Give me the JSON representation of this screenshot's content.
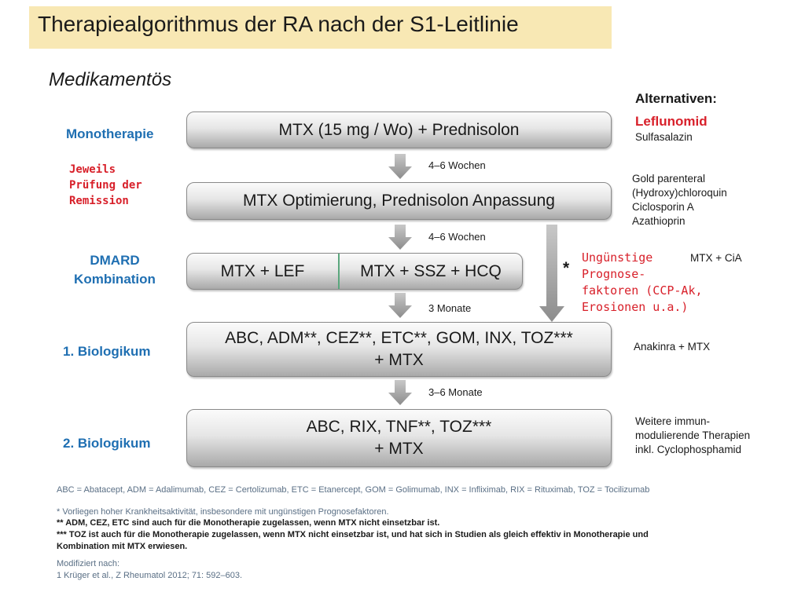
{
  "title": "Therapiealgorithmus der RA nach der S1-Leitlinie",
  "subtitle": "Medikamentös",
  "left_labels": {
    "monotherapie": "Monotherapie",
    "remission_1": "Jeweils",
    "remission_2": "Prüfung der",
    "remission_3": "Remission",
    "dmard_1": "DMARD",
    "dmard_2": "Kombination",
    "bio1": "1. Biologikum",
    "bio2": "2. Biologikum"
  },
  "boxes": {
    "step1": "MTX (15 mg / Wo) + Prednisolon",
    "step2": "MTX Optimierung, Prednisolon Anpassung",
    "step3_left": "MTX + LEF",
    "step3_right": "MTX + SSZ + HCQ",
    "step4_line1": "ABC, ADM**, CEZ**, ETC**, GOM, INX, TOZ***",
    "step4_line2": "+ MTX",
    "step5_line1": "ABC, RIX, TNF**, TOZ***",
    "step5_line2": "+ MTX"
  },
  "durations": {
    "d1": "4–6 Wochen",
    "d2": "4–6 Wochen",
    "d3": "3 Monate",
    "d4": "3–6 Monate"
  },
  "side": {
    "asterisk": "*",
    "prognose_1": "Ungünstige",
    "prognose_2": "Prognose-",
    "prognose_3": "faktoren (CCP-Ak,",
    "prognose_4": "Erosionen u.a.)"
  },
  "alternatives": {
    "header": "Alternativen:",
    "leflunomid": "Leflunomid",
    "sulfasalazin": "Sulfasalazin",
    "gold": "Gold parenteral",
    "hydroxy": "(Hydroxy)chloroquin",
    "ciclosporin": "Ciclosporin A",
    "azathioprin": "Azathioprin",
    "mtx_cia": "MTX + CiA",
    "anakinra": "Anakinra + MTX",
    "weitere_1": "Weitere immun-",
    "weitere_2": "modulierende Therapien",
    "weitere_3": "inkl. Cyclophosphamid"
  },
  "footnotes": {
    "abbrev": "ABC = Abatacept, ADM = Adalimumab, CEZ = Certolizumab, ETC = Etanercept, GOM = Golimumab, INX = Infliximab, RIX = Rituximab, TOZ = Tocilizumab",
    "star1": "*     Vorliegen hoher Krankheitsaktivität, insbesondere mit ungünstigen Prognosefaktoren.",
    "star2": "**  ADM, CEZ, ETC sind auch für die Monotherapie zugelassen, wenn MTX nicht einsetzbar ist.",
    "star3a": "*** TOZ ist auch für die Monotherapie zugelassen, wenn MTX nicht einsetzbar ist, und hat sich in Studien als gleich effektiv in Monotherapie und",
    "star3b": "Kombination mit MTX erwiesen.",
    "mod": "Modifiziert nach:",
    "ref": "1 Krüger et al., Z Rheumatol 2012; 71: 592–603."
  }
}
